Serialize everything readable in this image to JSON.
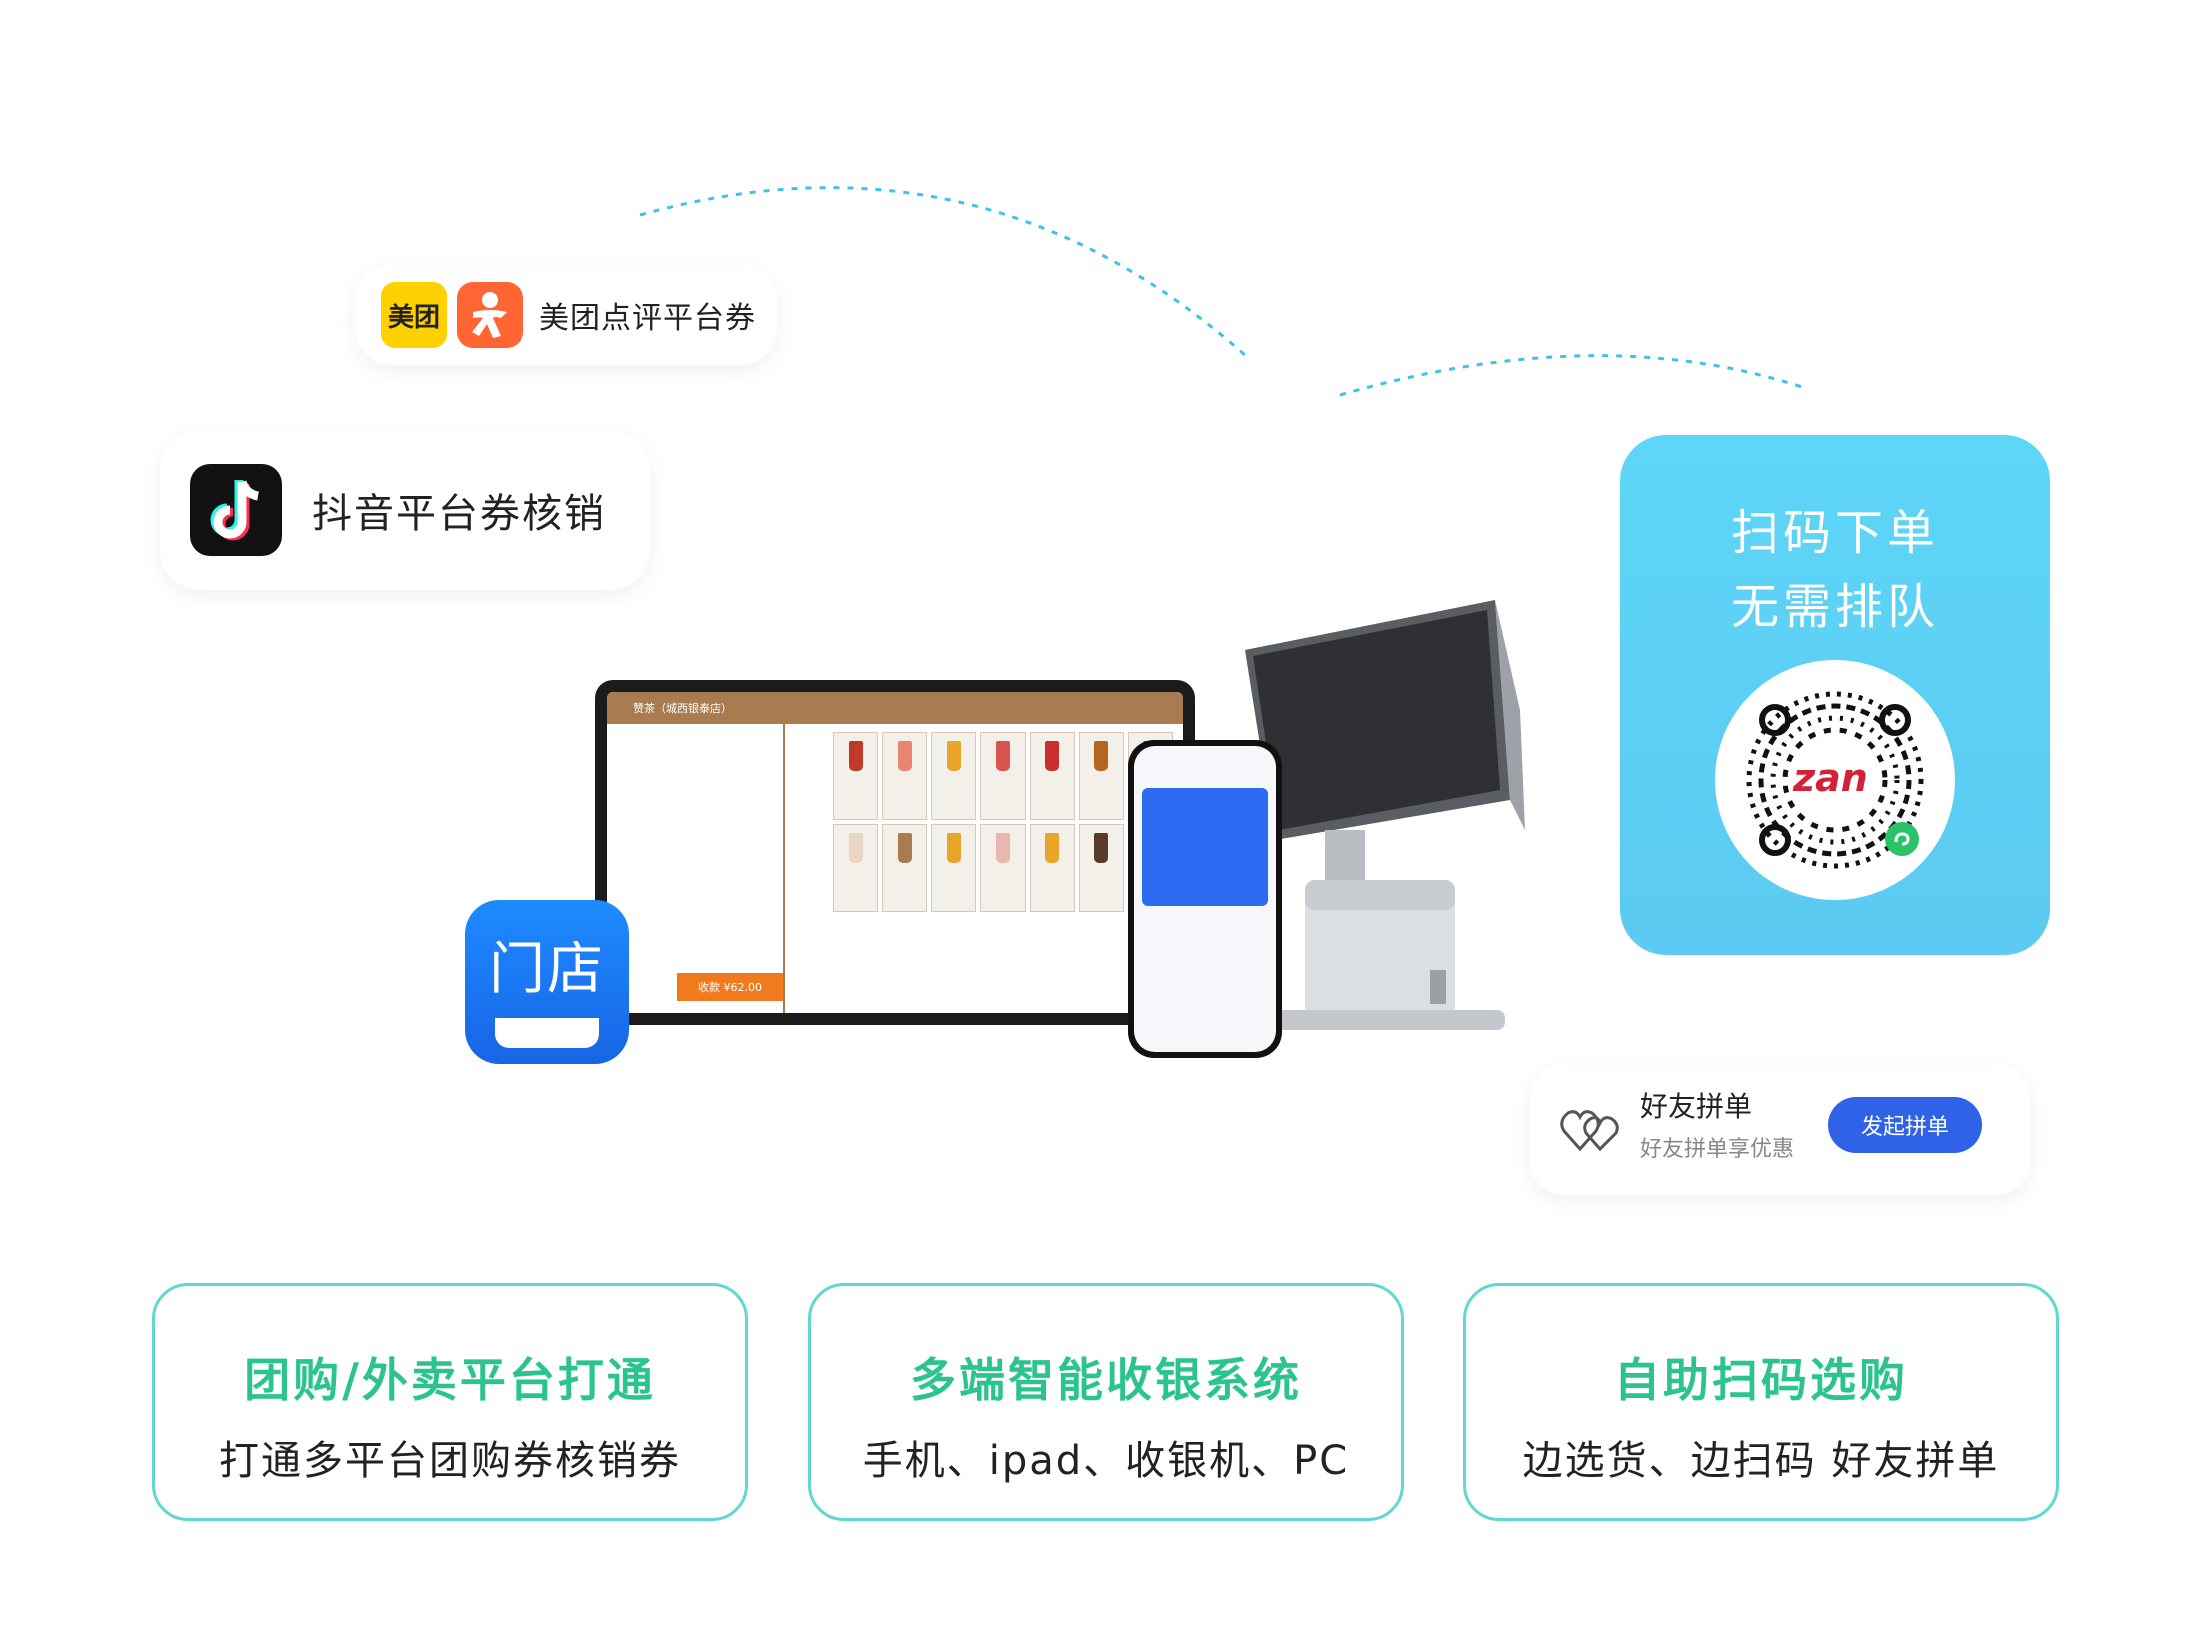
{
  "meituan_chip": {
    "logo_text": "美团",
    "label": "美团点评平台券"
  },
  "douyin_chip": {
    "label": "抖音平台券核销"
  },
  "scan_card": {
    "line1": "扫码下单",
    "line2": "无需排队",
    "qr_brand": "zan"
  },
  "friends_card": {
    "title": "好友拼单",
    "subtitle": "好友拼单享优惠",
    "button": "发起拼单"
  },
  "store_app": {
    "label": "门店"
  },
  "tablet": {
    "title": "赞茶（城西银泰店）",
    "pay_label": "收款 ¥62.00"
  },
  "features": [
    {
      "title": "团购/外卖平台打通",
      "subtitle": "打通多平台团购券核销券"
    },
    {
      "title": "多端智能收银系统",
      "subtitle": "手机、ipad、收银机、PC"
    },
    {
      "title": "自助扫码选购",
      "subtitle": "边选货、边扫码 好友拼单"
    }
  ],
  "colors": {
    "meituan_yellow": "#FFD100",
    "dianping_orange": "#FF6633",
    "scan_card_blue": "#5DD6F7",
    "button_blue": "#2F62E6",
    "feature_title_green": "#2CC48E",
    "feature_border": "#5ED8D0",
    "store_blue": "#1E8BFF",
    "tablet_brown": "#A87B50",
    "pay_orange": "#F07A1E"
  }
}
